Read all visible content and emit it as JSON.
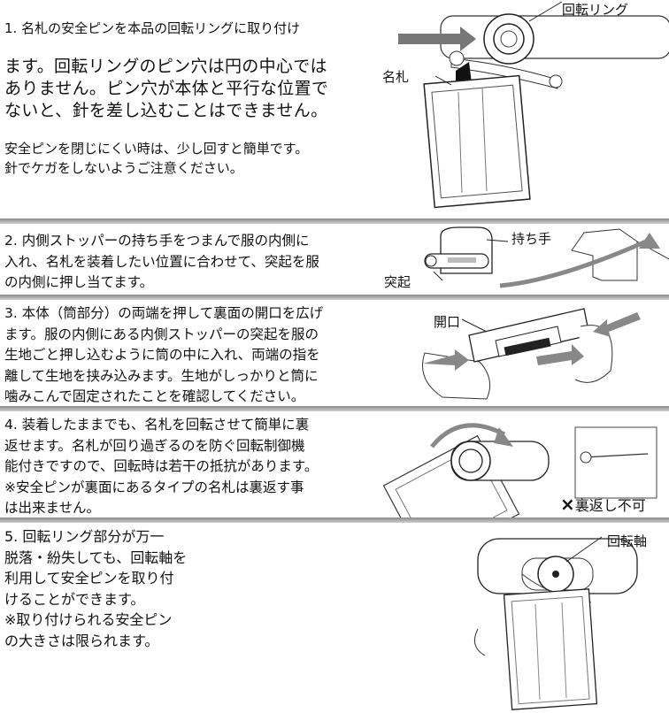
{
  "sections": [
    {
      "lines": [
        "1. 名札の安全ピンを本品の回転リングに取り付け",
        "ます。回転リングのピン穴は円の中心では\nありません。ピン穴が本体と平行な位置で\nないと、針を差し込むことはできません。",
        "安全ピンを閉じにくい時は、少し回すと簡単です。\n針でケガをしないようご注意ください。"
      ],
      "labels": [
        "回転リング",
        "名札"
      ]
    },
    {
      "text": "2. 内側ストッパーの持ち手をつまんで服の内側に\n入れ、名札を装着したい位置に合わせて、突起を服\nの内側に押し当てます。",
      "labels": [
        "持ち手",
        "突起"
      ]
    },
    {
      "text": "3. 本体（筒部分）の両端を押して裏面の開口を広げ\nます。服の内側にある内側ストッパーの突起を服の\n生地ごと押し込むように筒の中に入れ、両端の指を\n離して生地を挟み込みます。生地がしっかりと筒に\n噛みこんで固定されたことを確認してください。",
      "labels": [
        "開口"
      ]
    },
    {
      "text": "4. 装着したままでも、名札を回転させて簡単に裏\n返せます。名札が回り過ぎるのを防ぐ回転制御機\n能付きですので、回転時は若干の抵抗があります。\n※安全ピンが裏面にあるタイプの名札は裏返す事\nは出来ません。",
      "labels": [
        "裏返し不可"
      ]
    },
    {
      "text": "5. 回転リング部分が万一\n脱落・紛失しても、回転軸を\n利用して安全ピンを取り付\nけることができます。\n※取り付けられる安全ピン\nの大きさは限られます。",
      "labels": [
        "回転軸"
      ]
    }
  ],
  "icons": {
    "cross": "×"
  }
}
